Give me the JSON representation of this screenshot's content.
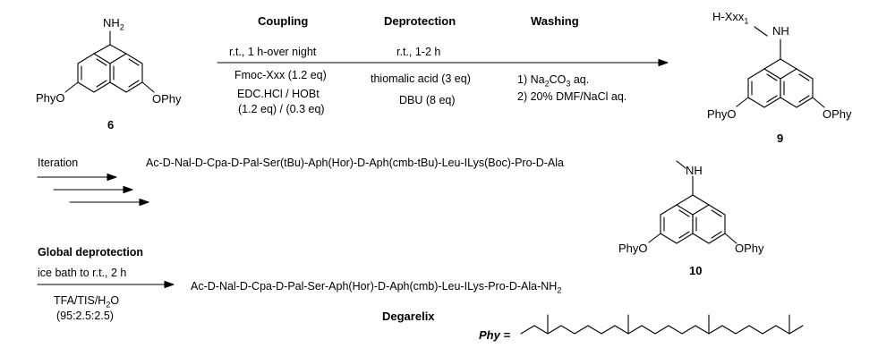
{
  "compounds": {
    "c6": {
      "number": "6",
      "amine": "NH",
      "amine_sub": "2",
      "left_sub": "PhyO",
      "right_sub": "OPhy"
    },
    "c9": {
      "number": "9",
      "prefix": "H-Xxx",
      "prefix_sub": "1",
      "amine": "NH",
      "left_sub": "PhyO",
      "right_sub": "OPhy"
    },
    "c10": {
      "number": "10",
      "amine": "NH",
      "left_sub": "PhyO",
      "right_sub": "OPhy"
    }
  },
  "steps": {
    "coupling": {
      "title": "Coupling",
      "condition": "r.t., 1 h-over night",
      "reagent": "Fmoc-Xxx (1.2 eq)",
      "additive": "EDC.HCl / HOBt",
      "amounts": "(1.2 eq) / (0.3 eq)"
    },
    "deprotection": {
      "title": "Deprotection",
      "condition": "r.t., 1-2 h",
      "reagent": "thiomalic acid (3 eq)",
      "base": "DBU (8 eq)"
    },
    "washing": {
      "title": "Washing",
      "wash1_pre": "1) Na",
      "wash1_sub": "2",
      "wash1_mid": "CO",
      "wash1_sub2": "3",
      "wash1_post": " aq.",
      "wash2": "2) 20% DMF/NaCl aq."
    },
    "iteration": {
      "label": "Iteration"
    },
    "global": {
      "title": "Global deprotection",
      "condition": "ice bath to r.t., 2 h",
      "reagent_pre": "TFA/TIS/H",
      "reagent_sub": "2",
      "reagent_post": "O",
      "ratio": "(95:2.5:2.5)"
    }
  },
  "peptides": {
    "protected": "Ac-D-Nal-D-Cpa-D-Pal-Ser(tBu)-Aph(Hor)-D-Aph(cmb-tBu)-Leu-ILys(Boc)-Pro-D-Ala",
    "final_main": "Ac-D-Nal-D-Cpa-D-Pal-Ser-Aph(Hor)-D-Aph(cmb)-Leu-ILys-Pro-D-Ala-NH",
    "final_sub": "2",
    "final_name": "Degarelix"
  },
  "phy": {
    "label": "Phy ="
  }
}
